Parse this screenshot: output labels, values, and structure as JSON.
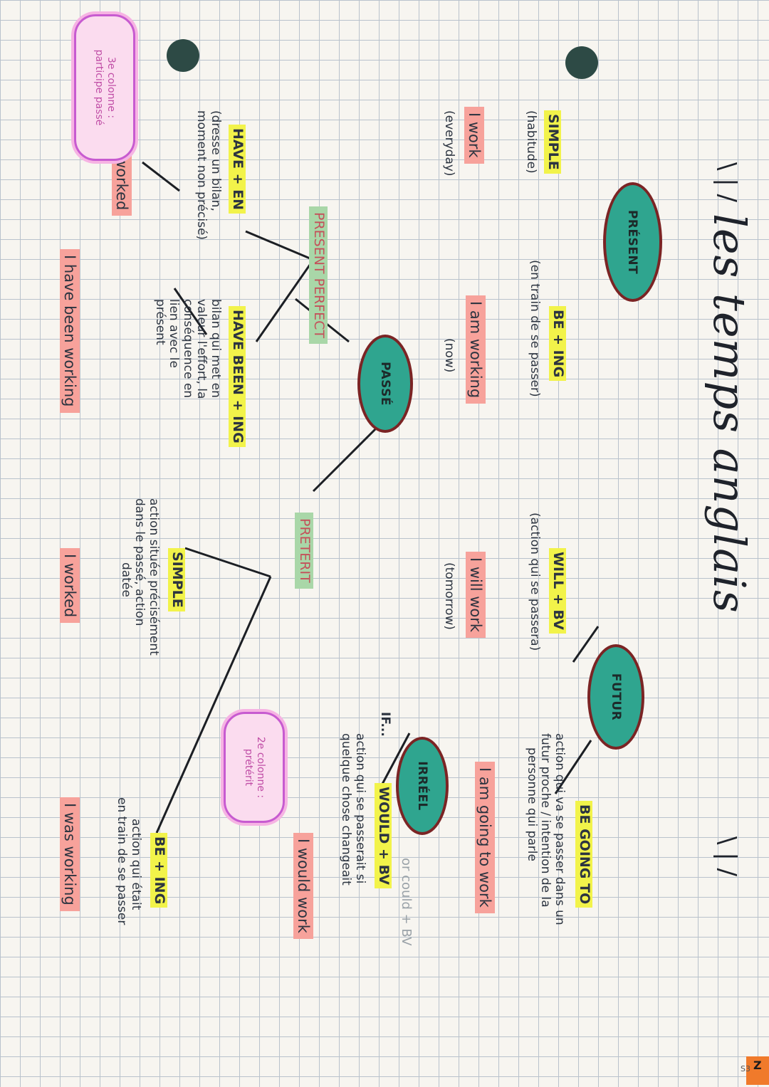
{
  "title": "les temps anglais",
  "title_marks_left": "\\ | /",
  "title_marks_right": "\\ | /",
  "nodes": {
    "present": "PRÉSENT",
    "passe": "PASSÉ",
    "futur": "FUTUR",
    "irreel": "IRRÉEL"
  },
  "present": {
    "simple": {
      "label": "SIMPLE",
      "usage": "(habitude)",
      "example": "I work",
      "marker": "(everyday)"
    },
    "be_ing": {
      "label": "BE + ING",
      "usage": "(en train de se passer)",
      "example": "I am working",
      "marker": "(now)"
    }
  },
  "present_perfect": {
    "label": "PRESENT PERFECT",
    "have_en": {
      "label": "HAVE + EN",
      "usage": [
        "(dresse un bilan,",
        "moment non précisé)"
      ],
      "example": "I have worked"
    },
    "have_been_ing": {
      "label": "HAVE BEEN + ING",
      "usage": [
        "bilan qui met en",
        "valeur l'effort, la",
        "conséquence en",
        "lien avec le",
        "présent"
      ],
      "example": "I have been working"
    },
    "cloud": [
      "3e colonne :",
      "participe passé"
    ]
  },
  "preterit": {
    "label": "PRETERIT",
    "simple": {
      "label": "SIMPLE",
      "usage": [
        "action située précisément",
        "dans le passé, action",
        "datée"
      ],
      "example": "I worked"
    },
    "be_ing": {
      "label": "BE + ING",
      "usage": [
        "action qui était",
        "en train de se passer"
      ],
      "example": "I was working"
    },
    "cloud": [
      "2e colonne :",
      "prétérit"
    ]
  },
  "futur": {
    "will": {
      "label": "WILL + BV",
      "usage": "(action qui se passera)",
      "example": "I will work",
      "marker": "(tomorrow)"
    },
    "going_to": {
      "label": "BE GOING TO",
      "usage": [
        "action qui va se passer dans un",
        "futur proche / intention de la",
        "personne qui parle"
      ],
      "example": "I am going to work"
    }
  },
  "irreel": {
    "would": {
      "label": "WOULD + BV",
      "prefix": "IF...",
      "usage": [
        "action qui se passerait si",
        "quelque chose changeait"
      ],
      "example": "I would work",
      "alt": "or could + BV"
    }
  },
  "tab_text": "Z",
  "tab_text2": "S3"
}
